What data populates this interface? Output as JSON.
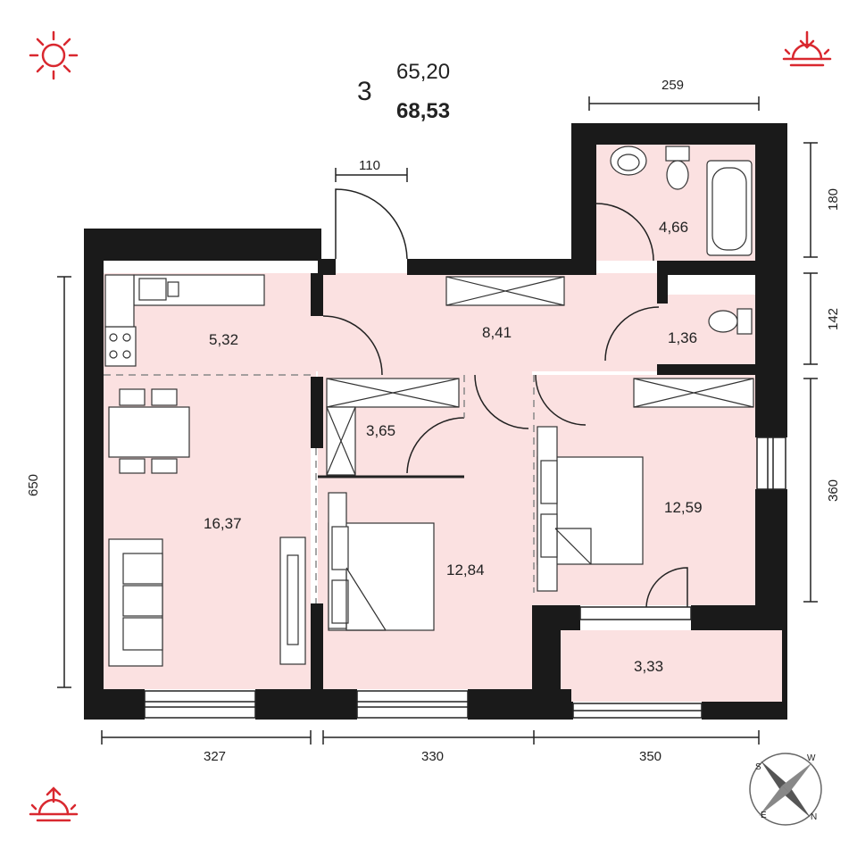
{
  "header": {
    "rooms": "3",
    "living_area": "65,20",
    "total_area": "68,53"
  },
  "rooms": {
    "kitchen": "5,32",
    "hall": "8,41",
    "bathroom": "4,66",
    "toilet": "1,36",
    "closet": "3,65",
    "living_room": "16,37",
    "bedroom_left": "12,84",
    "bedroom_right": "12,59",
    "balcony": "3,33"
  },
  "dimensions": {
    "bathroom_width": "259",
    "entrance_door": "110",
    "bathroom_height": "180",
    "toilet_height": "142",
    "bedroom_right_height": "360",
    "left_height": "650",
    "bottom_left": "327",
    "bottom_middle": "330",
    "bottom_right": "350"
  },
  "compass": {
    "letters": [
      "S",
      "W",
      "E",
      "N"
    ]
  },
  "colors": {
    "wall": "#1a1a1a",
    "floor": "#fbe1e1",
    "sun_icon": "#d9282f",
    "dimension_line": "#222222"
  }
}
